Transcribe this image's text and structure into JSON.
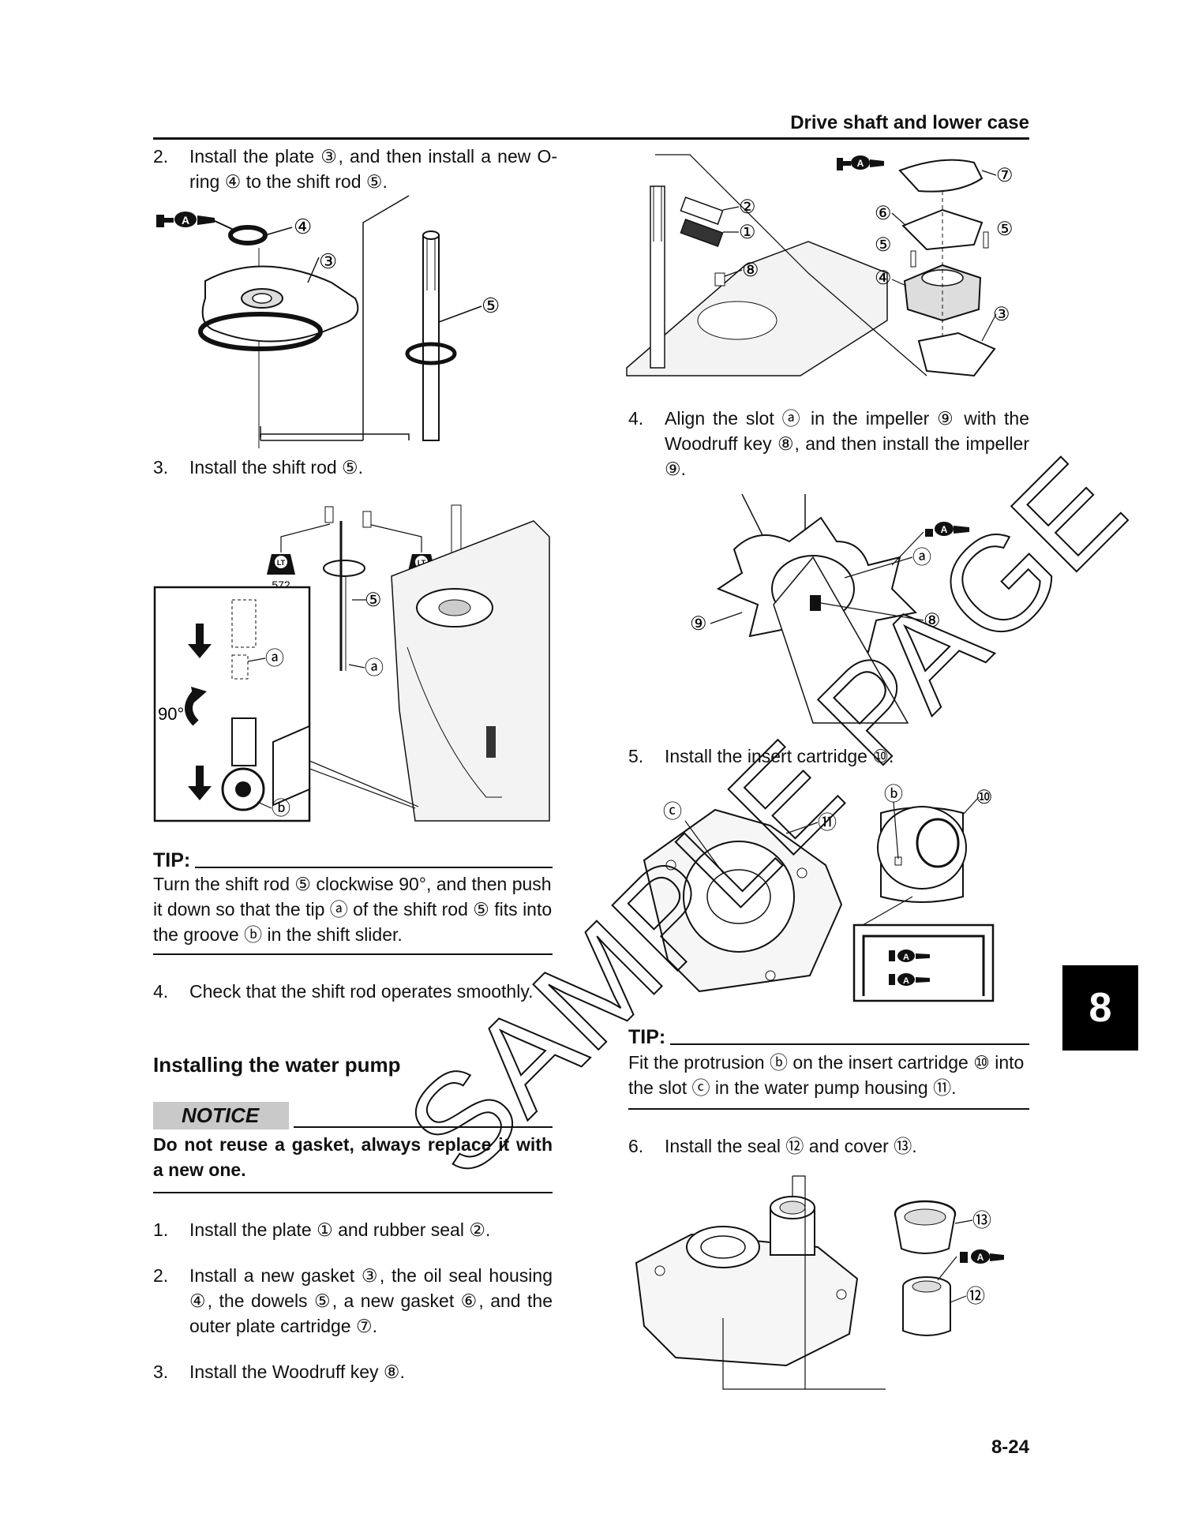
{
  "header": {
    "title": "Drive shaft and lower case"
  },
  "left": {
    "step2_num": "2.",
    "step2_text": "Install the plate ③, and then install a new O-ring ④ to the shift rod ⑤.",
    "step3_num": "3.",
    "step3_text": "Install the shift rod ⑤.",
    "fig2": {
      "callout_3": "③",
      "callout_4": "④",
      "callout_5": "⑤",
      "lube_label": "A"
    },
    "fig3": {
      "lt_label": "LT",
      "lt_number": "572",
      "callout_5": "⑤",
      "callout_a": "ⓐ",
      "callout_b": "ⓑ",
      "angle": "90°"
    },
    "tip1_head": "TIP:",
    "tip1_text": "Turn the shift rod ⑤ clockwise 90°, and then push it down so that the tip ⓐ of the shift rod ⑤ fits into the groove ⓑ in the shift slider.",
    "step4_num": "4.",
    "step4_text": "Check that the shift rod operates smoothly.",
    "section_title": "Installing the water pump",
    "notice_label": "NOTICE",
    "notice_text": "Do not reuse a gasket, always replace it with a new one.",
    "wp_step1_num": "1.",
    "wp_step1_text": "Install the plate ① and rubber seal ②.",
    "wp_step2_num": "2.",
    "wp_step2_text": "Install a new gasket ③, the oil seal housing ④, the dowels ⑤, a new gasket ⑥, and the outer plate cartridge ⑦.",
    "wp_step3_num": "3.",
    "wp_step3_text": "Install the Woodruff key ⑧."
  },
  "right": {
    "fig_wp": {
      "c1": "①",
      "c2": "②",
      "c3": "③",
      "c4": "④",
      "c5": "⑤",
      "c6": "⑥",
      "c7": "⑦",
      "c8": "⑧",
      "lube_label": "A"
    },
    "step4_num": "4.",
    "step4_text": "Align the slot ⓐ in the impeller ⑨ with the Woodruff key ⑧, and then install the impeller ⑨.",
    "fig_imp": {
      "ca": "ⓐ",
      "c8": "⑧",
      "c9": "⑨",
      "lube_label": "A"
    },
    "step5_num": "5.",
    "step5_text": "Install the insert cartridge ⑩.",
    "fig_cart": {
      "cb": "ⓑ",
      "cc": "ⓒ",
      "c10": "⑩",
      "c11": "⑪",
      "lube_label": "A"
    },
    "tip2_head": "TIP:",
    "tip2_text": "Fit the protrusion ⓑ on the insert cartridge ⑩ into the slot ⓒ in the water pump housing ⑪.",
    "step6_num": "6.",
    "step6_text": "Install the seal ⑫ and cover ⑬.",
    "fig_seal": {
      "c12": "⑫",
      "c13": "⑬",
      "lube_label": "A"
    }
  },
  "tab_number": "8",
  "page_number": "8-24",
  "watermark": "SAMPLE PAGE"
}
